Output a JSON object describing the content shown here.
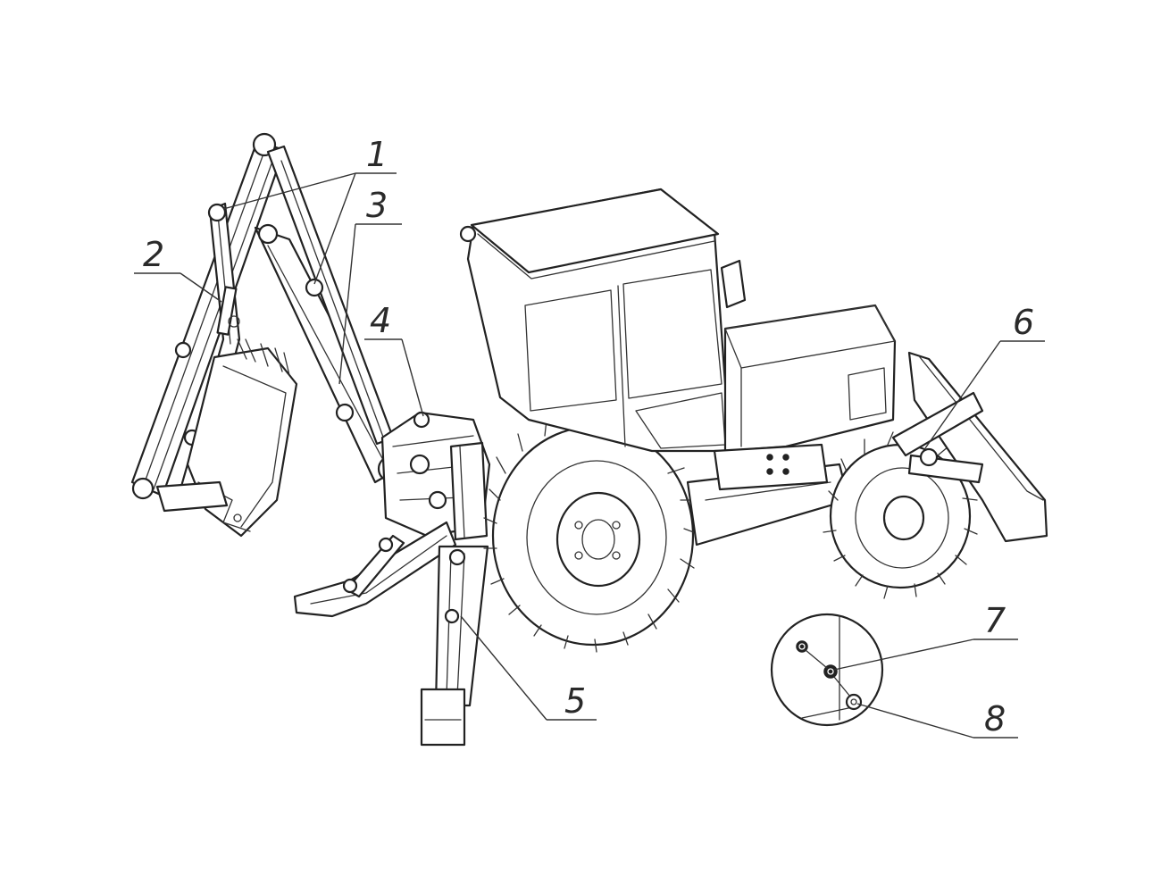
{
  "callouts": [
    {
      "id": "1",
      "label": "1"
    },
    {
      "id": "2",
      "label": "2"
    },
    {
      "id": "3",
      "label": "3"
    },
    {
      "id": "4",
      "label": "4"
    },
    {
      "id": "5",
      "label": "5"
    },
    {
      "id": "6",
      "label": "6"
    },
    {
      "id": "7",
      "label": "7"
    },
    {
      "id": "8",
      "label": "8"
    }
  ],
  "colors": {
    "line": "#222222",
    "background": "#ffffff"
  }
}
